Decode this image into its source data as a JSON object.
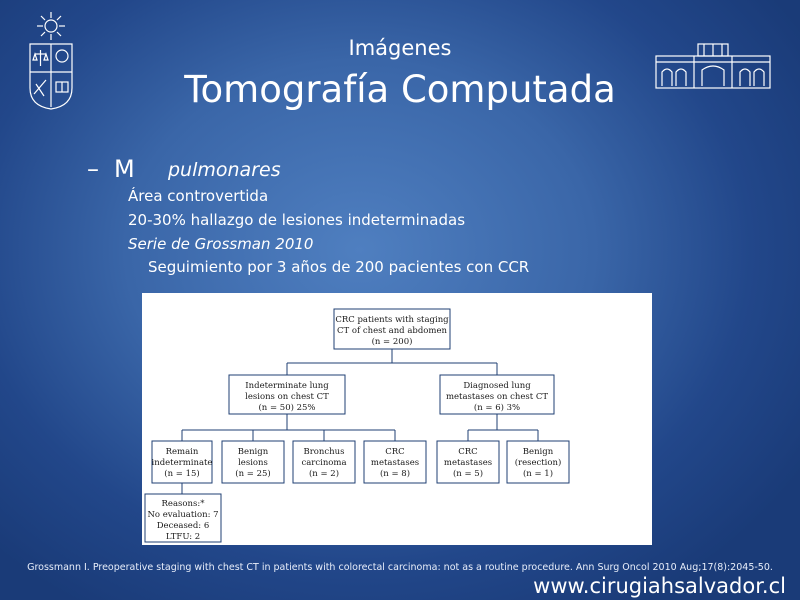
{
  "header": {
    "supertitle": "Imágenes",
    "title": "Tomografía Computada"
  },
  "bullets": {
    "dash": "–",
    "letter": "M",
    "subject": "pulmonares",
    "items": [
      "Área controvertida",
      "20-30% hallazgo de lesiones indeterminadas",
      "Serie de Grossman 2010",
      "Seguimiento por 3 años de 200 pacientes con CCR"
    ]
  },
  "flowchart": {
    "root": [
      "CRC patients with staging",
      "CT of chest and abdomen",
      "(n = 200)"
    ],
    "left": [
      "Indeterminate lung",
      "lesions on chest CT",
      "(n = 50) 25%"
    ],
    "right": [
      "Diagnosed lung",
      "metastases on chest CT",
      "(n = 6) 3%"
    ],
    "left_children": [
      [
        "Remain",
        "indeterminate",
        "(n = 15)"
      ],
      [
        "Benign",
        "lesions",
        "(n = 25)"
      ],
      [
        "Bronchus",
        "carcinoma",
        "(n = 2)"
      ],
      [
        "CRC",
        "metastases",
        "(n = 8)"
      ]
    ],
    "right_children": [
      [
        "CRC",
        "metastases",
        "(n = 5)"
      ],
      [
        "Benign",
        "(resection)",
        "(n = 1)"
      ]
    ],
    "reasons": [
      "Reasons:*",
      "No evaluation: 7",
      "Deceased: 6",
      "LTFU: 2"
    ]
  },
  "footer": {
    "citation": "Grossmann I. Preoperative staging with chest CT in patients with colorectal carcinoma: not as a routine procedure. Ann Surg Oncol 2010 Aug;17(8):2045-50.",
    "website": "www.cirugiahsalvador.cl"
  },
  "logos": {
    "left": "university-crest-icon",
    "right": "hospital-building-icon"
  }
}
